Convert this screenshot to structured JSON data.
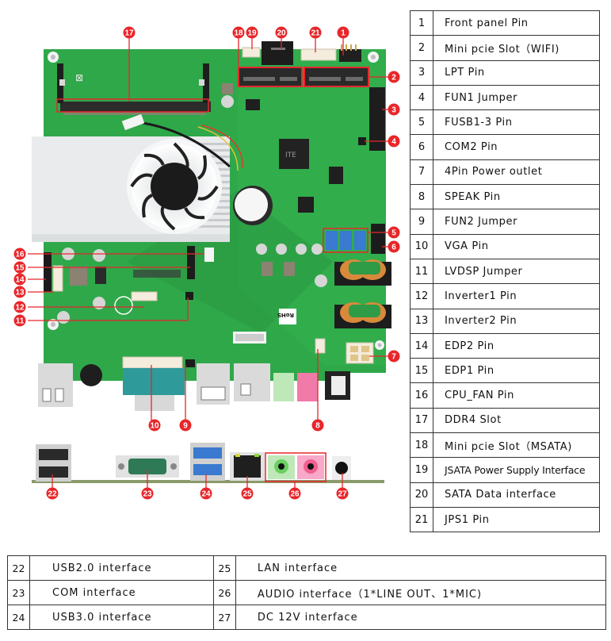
{
  "title": "Motherboard interface layout",
  "callouts": [
    {
      "num": "1",
      "label": "Front panel Pin"
    },
    {
      "num": "2",
      "label": "Mini pcie Slot（WIFI)"
    },
    {
      "num": "3",
      "label": "LPT Pin"
    },
    {
      "num": "4",
      "label": "FUN1 Jumper"
    },
    {
      "num": "5",
      "label": "FUSB1-3 Pin"
    },
    {
      "num": "6",
      "label": "COM2 Pin"
    },
    {
      "num": "7",
      "label": "4Pin Power outlet"
    },
    {
      "num": "8",
      "label": "SPEAK Pin"
    },
    {
      "num": "9",
      "label": "FUN2 Jumper"
    },
    {
      "num": "10",
      "label": "VGA Pin"
    },
    {
      "num": "11",
      "label": "LVDSP Jumper"
    },
    {
      "num": "12",
      "label": "Inverter1 Pin"
    },
    {
      "num": "13",
      "label": "Inverter2 Pin"
    },
    {
      "num": "14",
      "label": "EDP2 Pin"
    },
    {
      "num": "15",
      "label": "EDP1 Pin"
    },
    {
      "num": "16",
      "label": "CPU_FAN Pin"
    },
    {
      "num": "17",
      "label": "DDR4 Slot"
    },
    {
      "num": "18",
      "label": "Mini pcie Slot（MSATA)"
    },
    {
      "num": "19",
      "label": "JSATA Power Supply Interface"
    },
    {
      "num": "20",
      "label": "SATA Data interface"
    },
    {
      "num": "21",
      "label": "JPS1 Pin"
    }
  ],
  "io_panel": [
    {
      "num": "22",
      "label": "USB2.0  interface"
    },
    {
      "num": "23",
      "label": "COM  interface"
    },
    {
      "num": "24",
      "label": "USB3.0  interface"
    },
    {
      "num": "25",
      "label": "LAN  interface"
    },
    {
      "num": "26",
      "label": "AUDIO  interface（1*LINE OUT、1*MIC)"
    },
    {
      "num": "27",
      "label": "DC 12V  interface"
    }
  ],
  "board_markings": {
    "rohs": "RoHS",
    "ite": "ITE"
  },
  "colors": {
    "pcb_green": "#2fa84a",
    "callout_red": "#e8262a",
    "heatsink": "#e9ebec",
    "usb3_blue": "#3a7ad0",
    "vga_teal": "#2f9a9a",
    "audio_green": "#bfe8b8",
    "audio_pink": "#f07aa8"
  }
}
